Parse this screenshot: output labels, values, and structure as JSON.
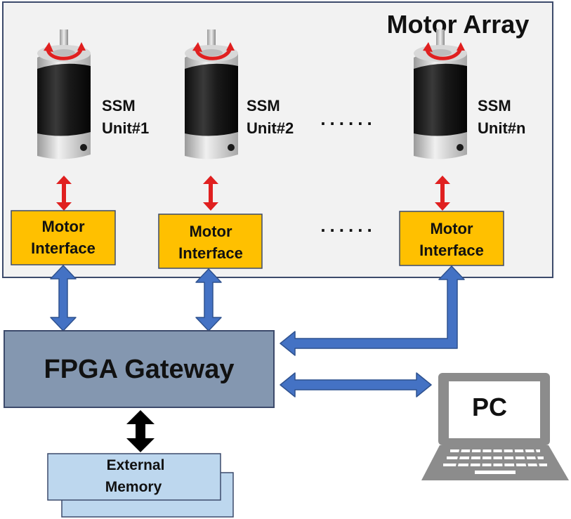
{
  "title": "Motor Array",
  "units": [
    {
      "line1": "SSM",
      "line2": "Unit#1"
    },
    {
      "line1": "SSM",
      "line2": "Unit#2"
    },
    {
      "line1": "SSM",
      "line2": "Unit#n"
    }
  ],
  "ellipsis": "......",
  "interfaces": [
    {
      "line1": "Motor",
      "line2": "Interface"
    },
    {
      "line1": "Motor",
      "line2": "Interface"
    },
    {
      "line1": "Motor",
      "line2": "Interface"
    }
  ],
  "gateway": "FPGA Gateway",
  "pc": "PC",
  "memory": {
    "line1": "External",
    "line2": "Memory"
  },
  "colors": {
    "array_bg": "#f2f2f2",
    "array_border": "#3c4a6b",
    "interface_fill": "#ffc000",
    "gateway_fill": "#8497b0",
    "memory_fill": "#bdd7ee",
    "link_arrow": "#4472c4",
    "motor_arrow": "#e02020",
    "rotation_arrow": "#e02020",
    "laptop_gray": "#8c8c8c"
  },
  "icons": [
    "motor-icon",
    "rotation-arrow-icon",
    "laptop-icon"
  ]
}
